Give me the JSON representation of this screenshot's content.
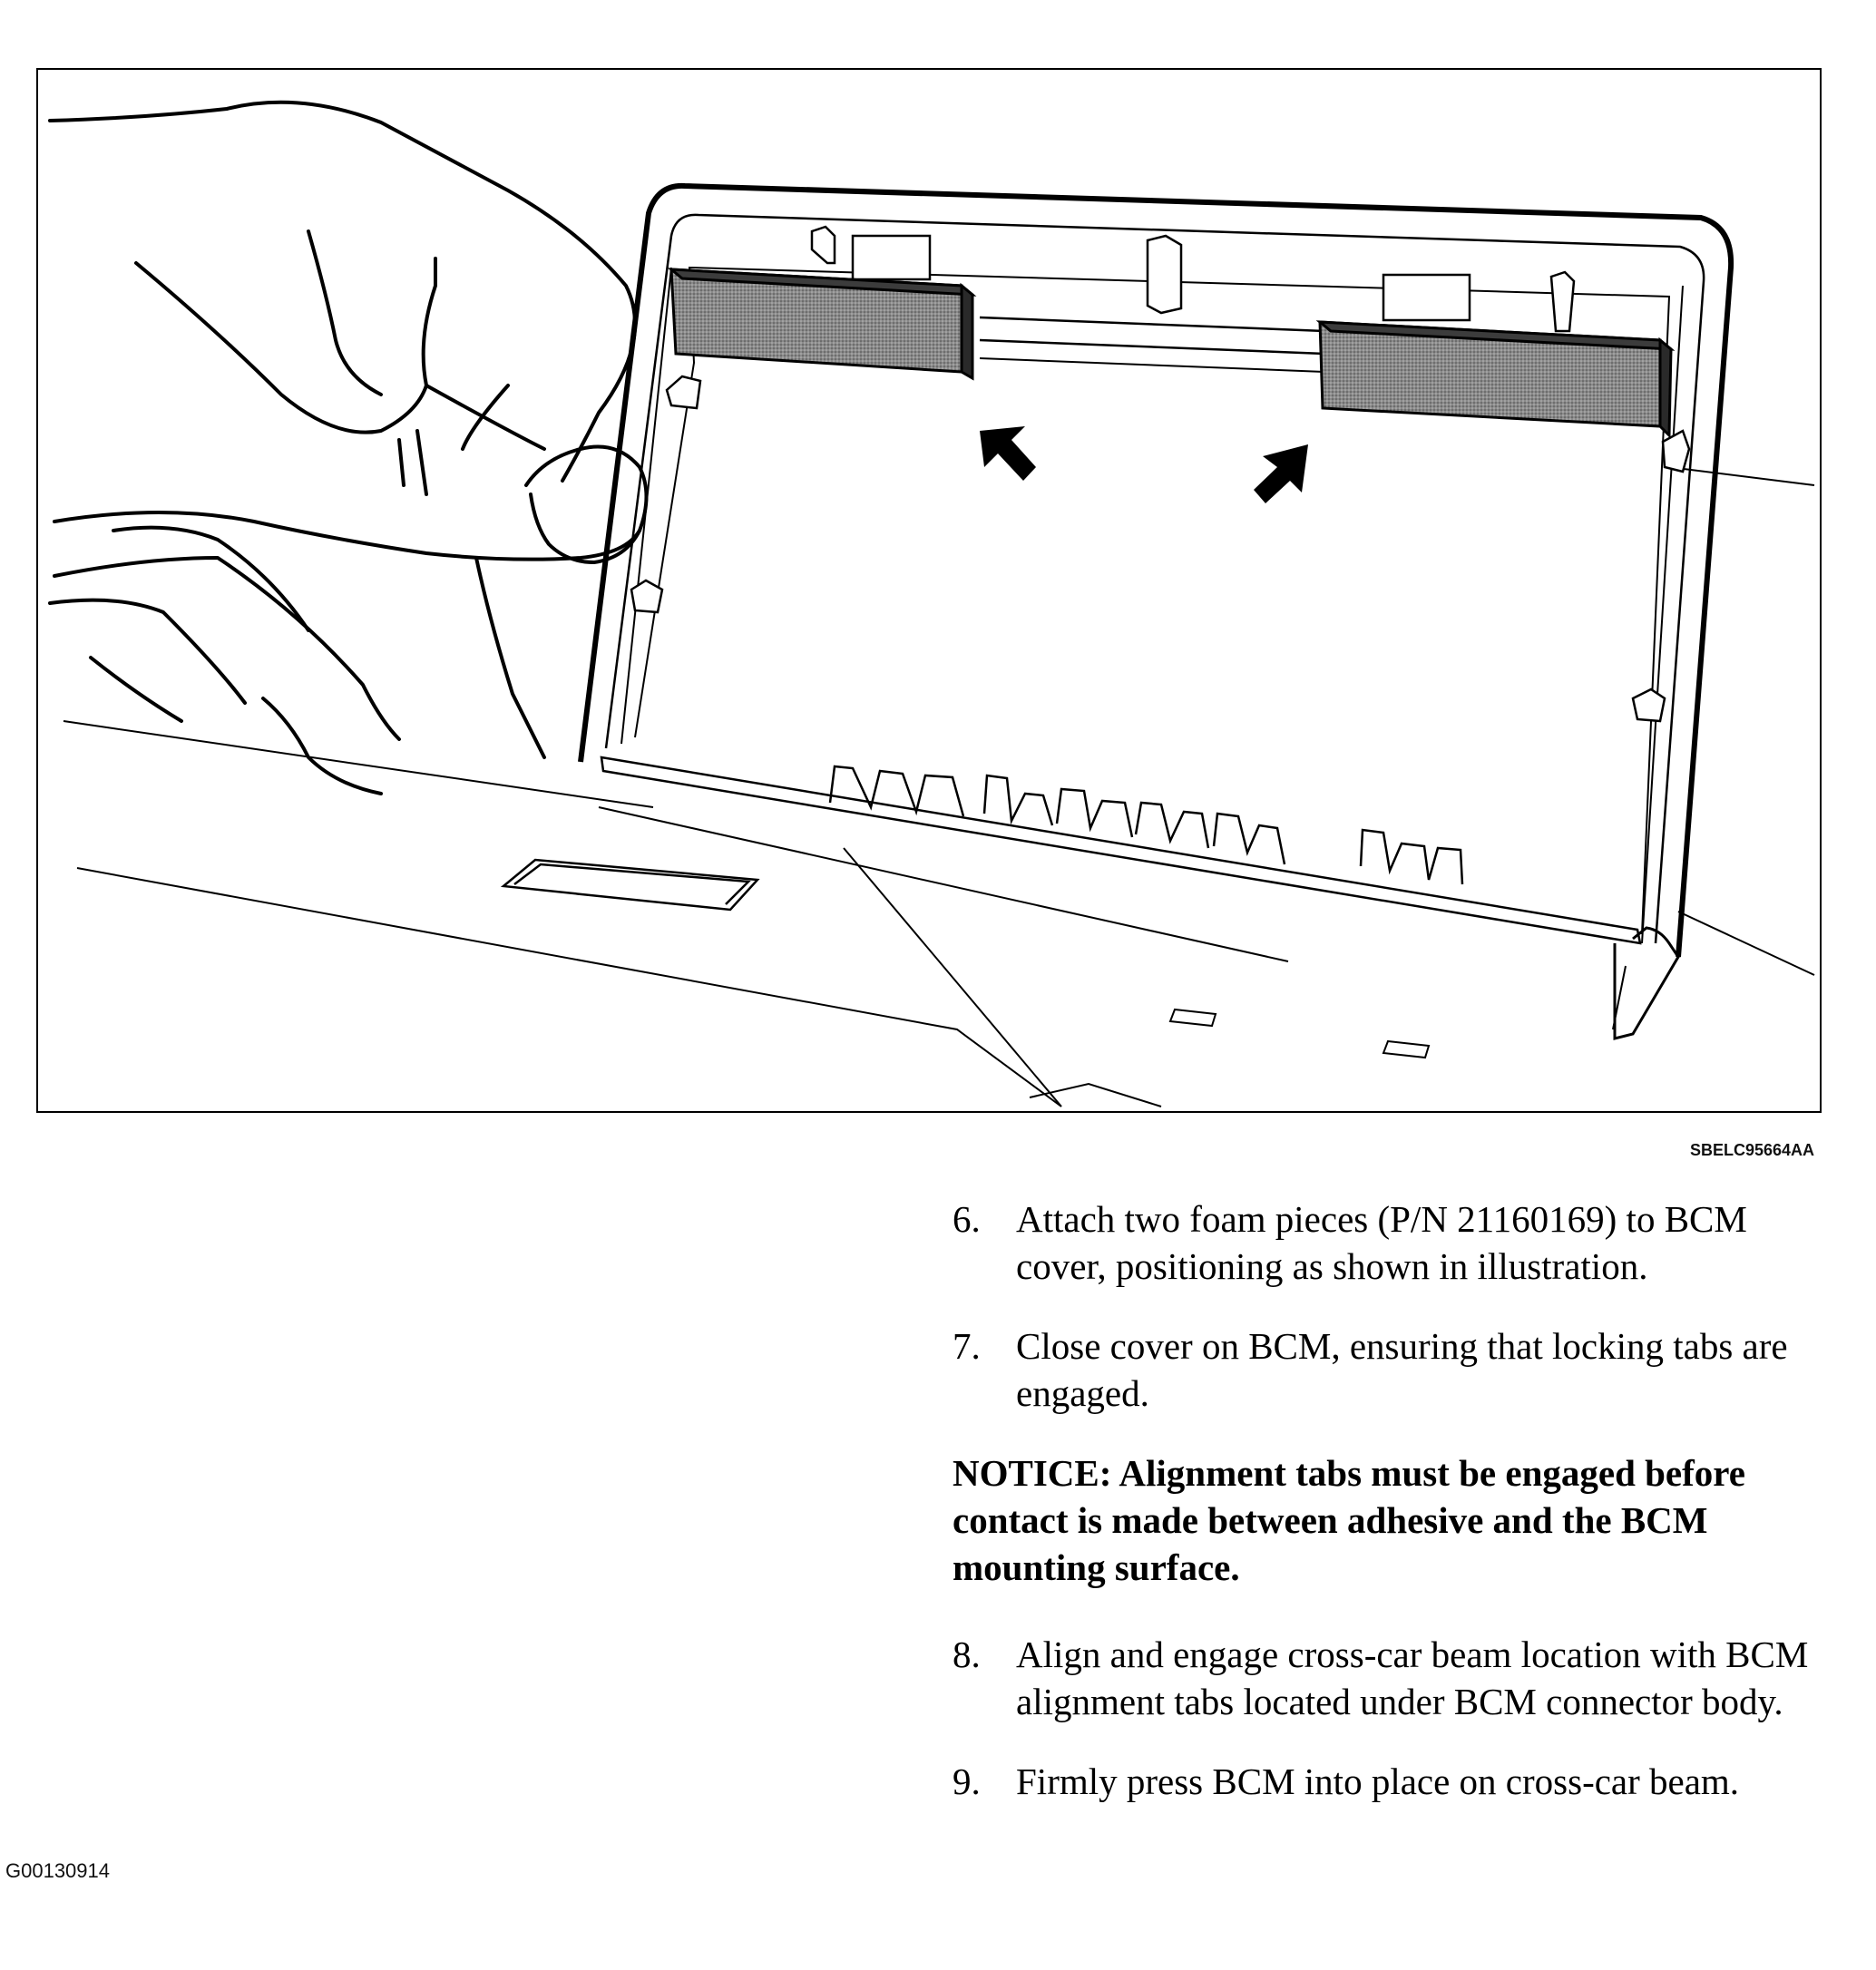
{
  "figure": {
    "code": "SBELC95664AA"
  },
  "steps": [
    {
      "number": "6.",
      "text": "Attach two foam pieces (P/N 21160169) to BCM cover, positioning as shown in illustration."
    },
    {
      "number": "7.",
      "text": "Close cover on BCM, ensuring that locking tabs are engaged."
    }
  ],
  "notice": "NOTICE: Alignment tabs must be engaged before contact is made between adhesive and the BCM mounting surface.",
  "steps_after": [
    {
      "number": "8.",
      "text": "Align and engage cross-car beam location with BCM alignment tabs located under BCM connector body."
    },
    {
      "number": "9.",
      "text": "Firmly press BCM into place on cross-car beam."
    }
  ],
  "page_code": "G00130914"
}
